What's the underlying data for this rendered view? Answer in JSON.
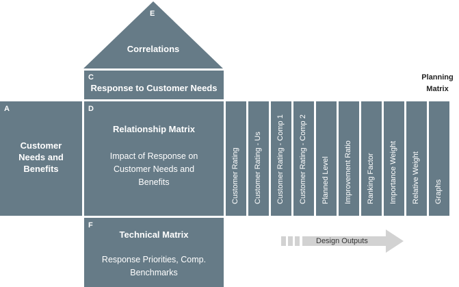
{
  "diagram": {
    "roof": {
      "letter": "E",
      "title": "Correlations"
    },
    "response": {
      "letter": "C",
      "title": "Response to Customer Needs"
    },
    "needs": {
      "letter": "A",
      "title_line1": "Customer",
      "title_line2": "Needs and",
      "title_line3": "Benefits"
    },
    "relationship": {
      "letter": "D",
      "title": "Relationship Matrix",
      "body_line1": "Impact of Response on",
      "body_line2": "Customer Needs and",
      "body_line3": "Benefits"
    },
    "technical": {
      "letter": "F",
      "title": "Technical Matrix",
      "body_line1": "Response Priorities, Comp.",
      "body_line2": "Benchmarks"
    },
    "planning_matrix": {
      "label_line1": "Planning",
      "label_line2": "Matrix",
      "columns": [
        "Customer Rating",
        "Customer Rating - Us",
        "Customer Rating - Comp 1",
        "Customer Rating - Comp 2",
        "Planned Level",
        "Improvement Ratio",
        "Ranking Factor",
        "Importance Weight",
        "Relative Weight",
        "Graphs"
      ]
    },
    "outputs": {
      "label": "Design Outputs"
    },
    "colors": {
      "panel": "#667b87",
      "arrow": "#d2d2d2"
    }
  }
}
